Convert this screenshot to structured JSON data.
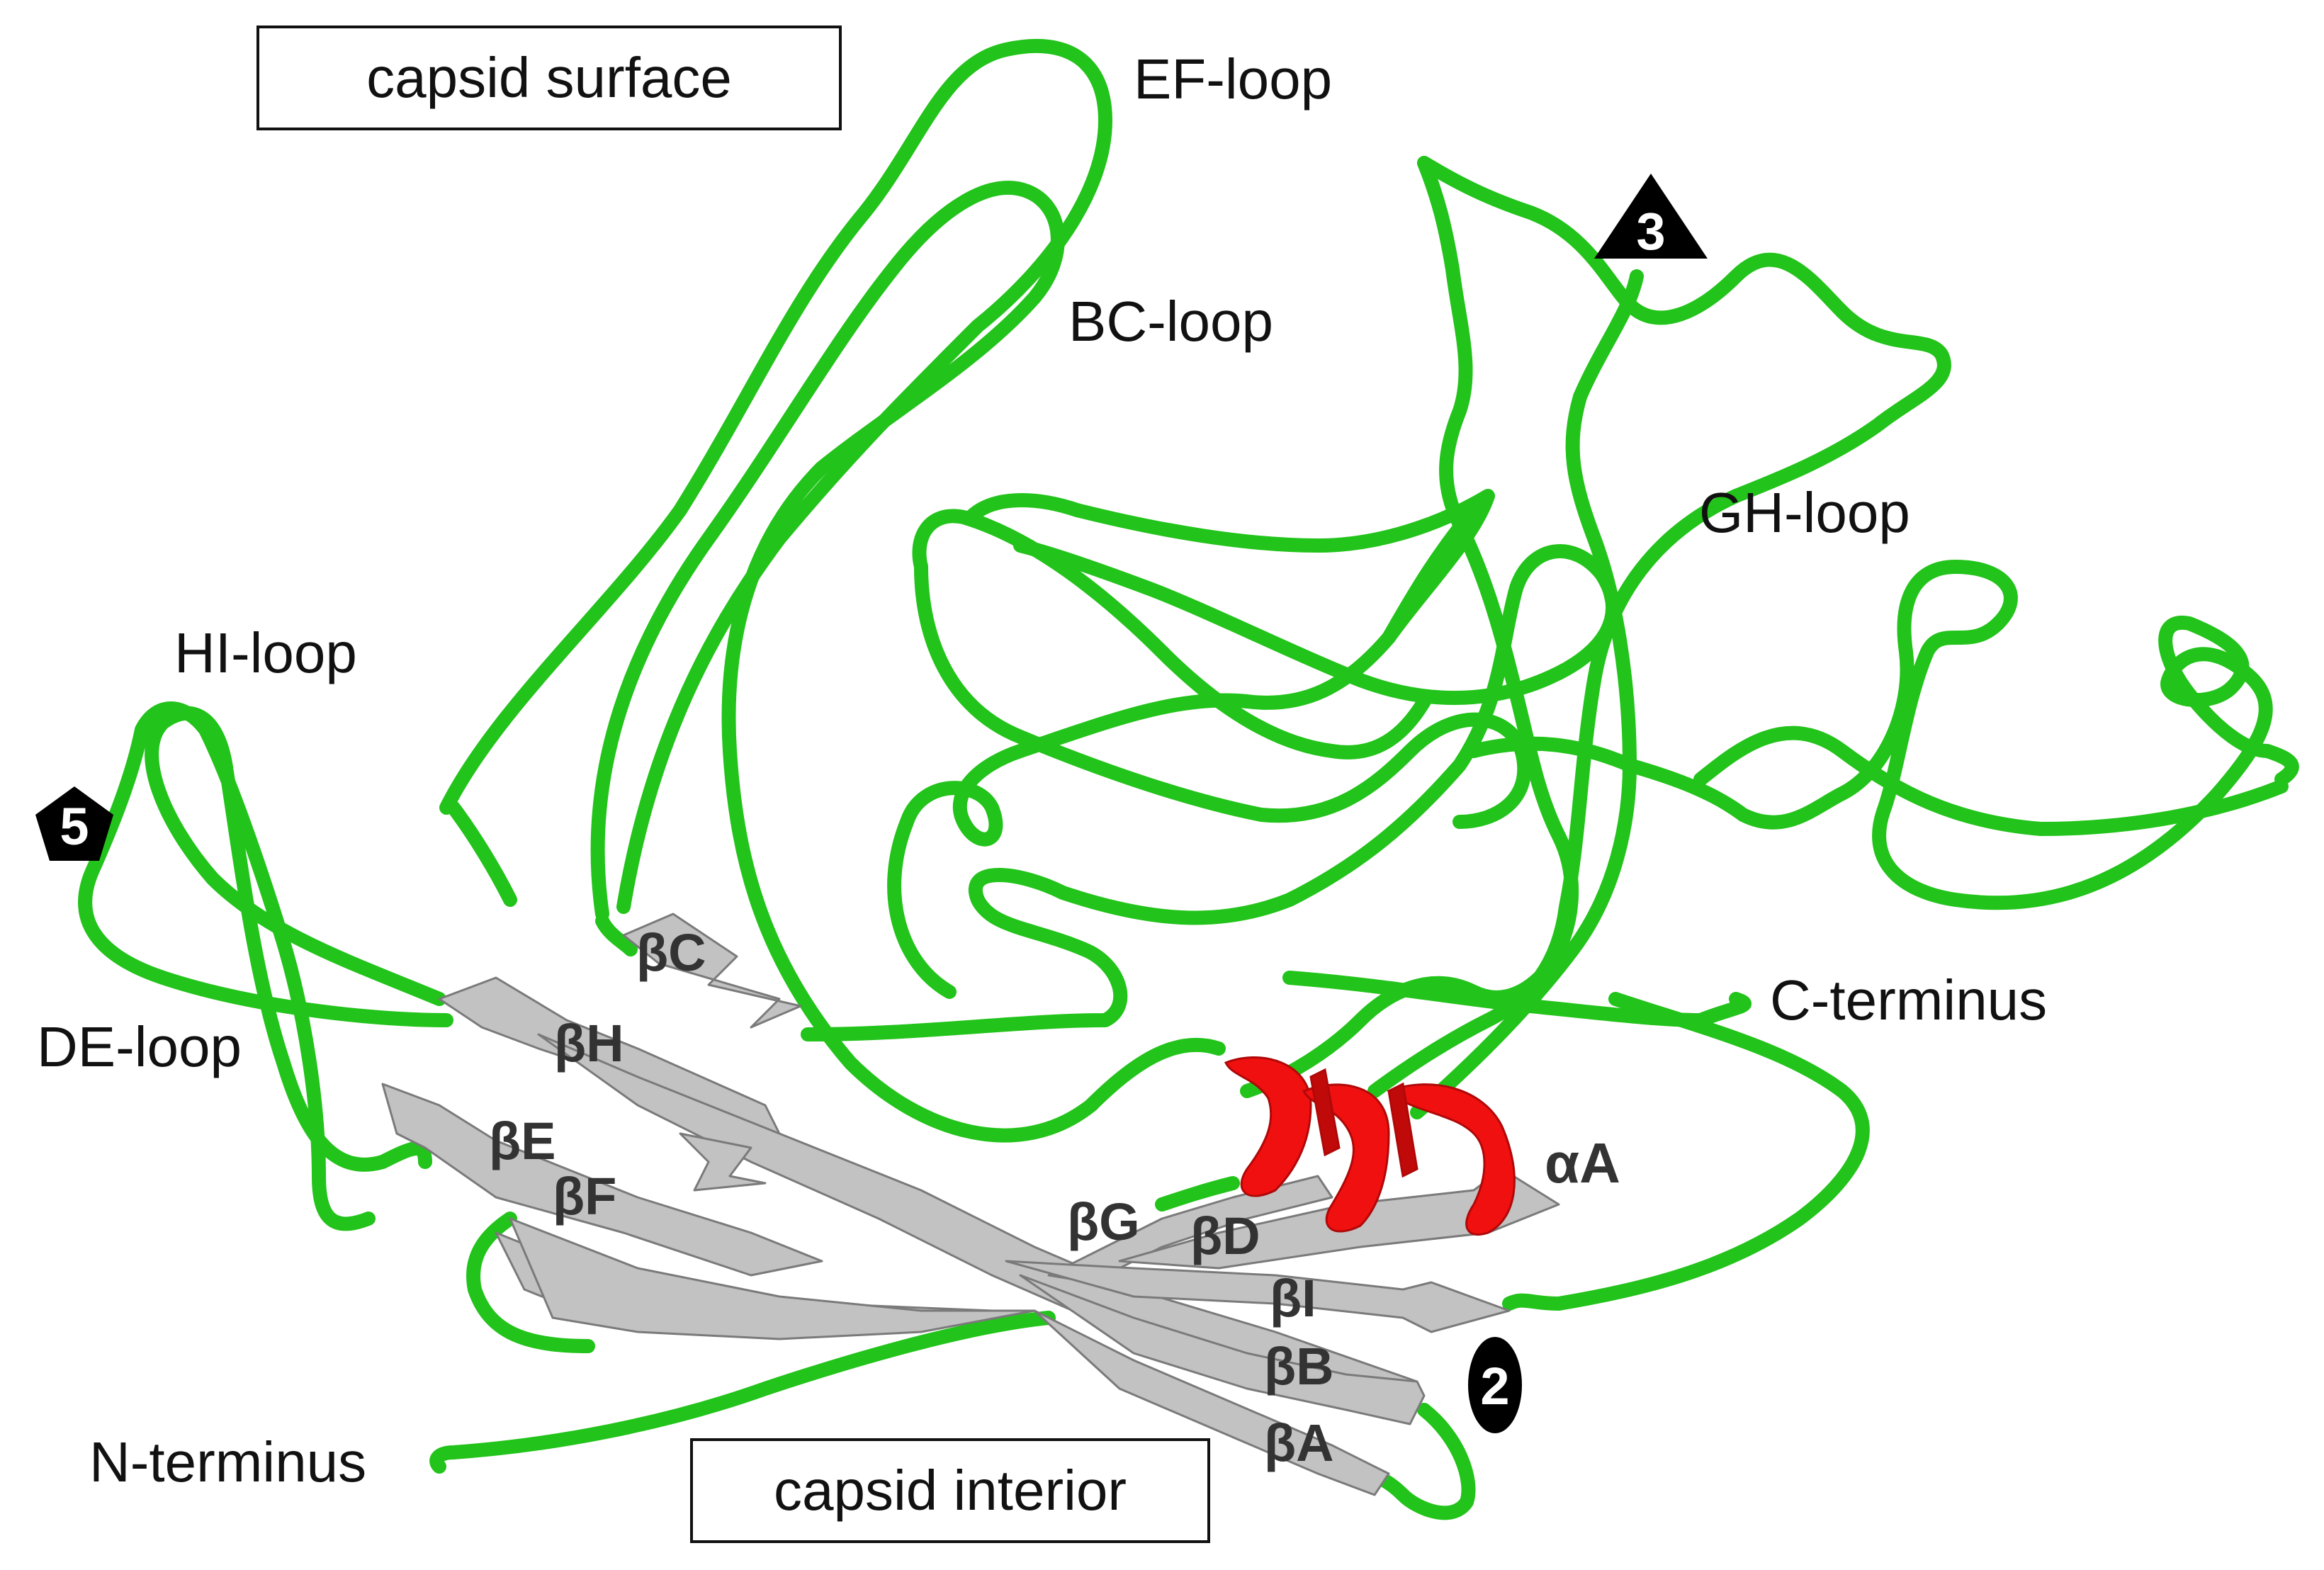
{
  "boxes": {
    "top": "capsid surface",
    "bottom": "capsid interior"
  },
  "loops": {
    "ef": "EF-loop",
    "bc": "BC-loop",
    "gh": "GH-loop",
    "hi": "HI-loop",
    "de": "DE-loop"
  },
  "termini": {
    "c": "C-terminus",
    "n": "N-terminus"
  },
  "strands": {
    "bc": "βC",
    "bh": "βH",
    "be": "βE",
    "bf": "βF",
    "bg": "βG",
    "bd": "βD",
    "bi": "βI",
    "bb": "βB",
    "ba": "βA"
  },
  "helix": "αA",
  "symmetry": {
    "fivefold": "5",
    "threefold": "3",
    "twofold": "2"
  },
  "colors": {
    "coil": "#22c31a",
    "strand": "#c2c2c2",
    "helix": "#f01010"
  }
}
